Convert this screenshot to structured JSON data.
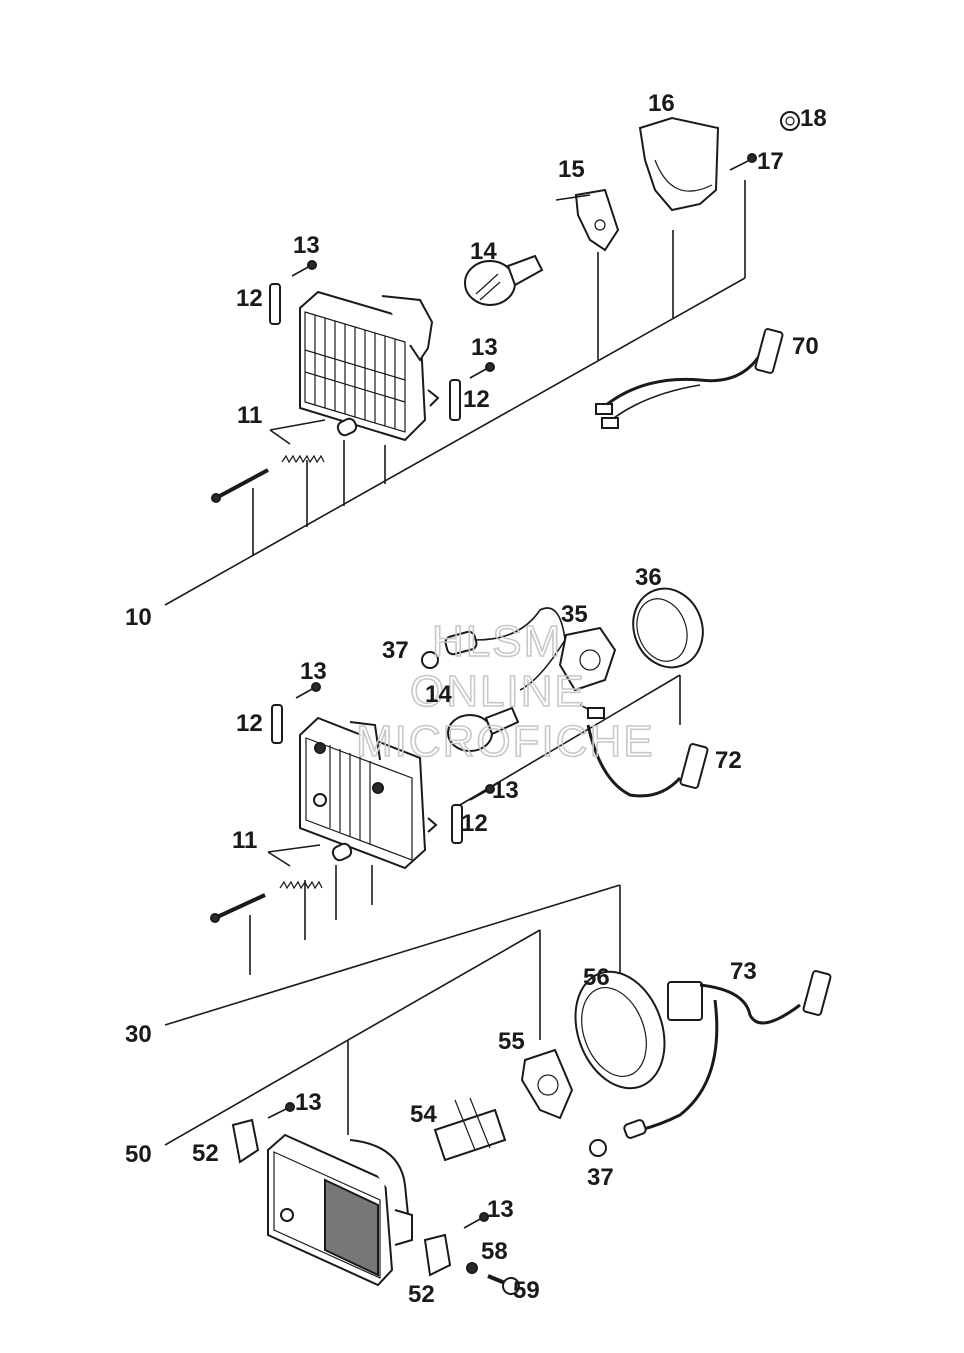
{
  "watermark": [
    "HLSM",
    "ONLINE",
    "MICROFICHE"
  ],
  "callouts": {
    "c10": "10",
    "c11a": "11",
    "c12a": "12",
    "c13a": "13",
    "c14a": "14",
    "c15": "15",
    "c16": "16",
    "c17": "17",
    "c18": "18",
    "c13b": "13",
    "c12b": "12",
    "c70": "70",
    "c36": "36",
    "c35": "35",
    "c37a": "37",
    "c13c": "13",
    "c14b": "14",
    "c12c": "12",
    "c72": "72",
    "c13d": "13",
    "c12d": "12",
    "c11b": "11",
    "c30": "30",
    "c56": "56",
    "c73": "73",
    "c55": "55",
    "c50": "50",
    "c13e": "13",
    "c54": "54",
    "c52a": "52",
    "c37b": "37",
    "c13f": "13",
    "c58": "58",
    "c52b": "52",
    "c59": "59"
  }
}
